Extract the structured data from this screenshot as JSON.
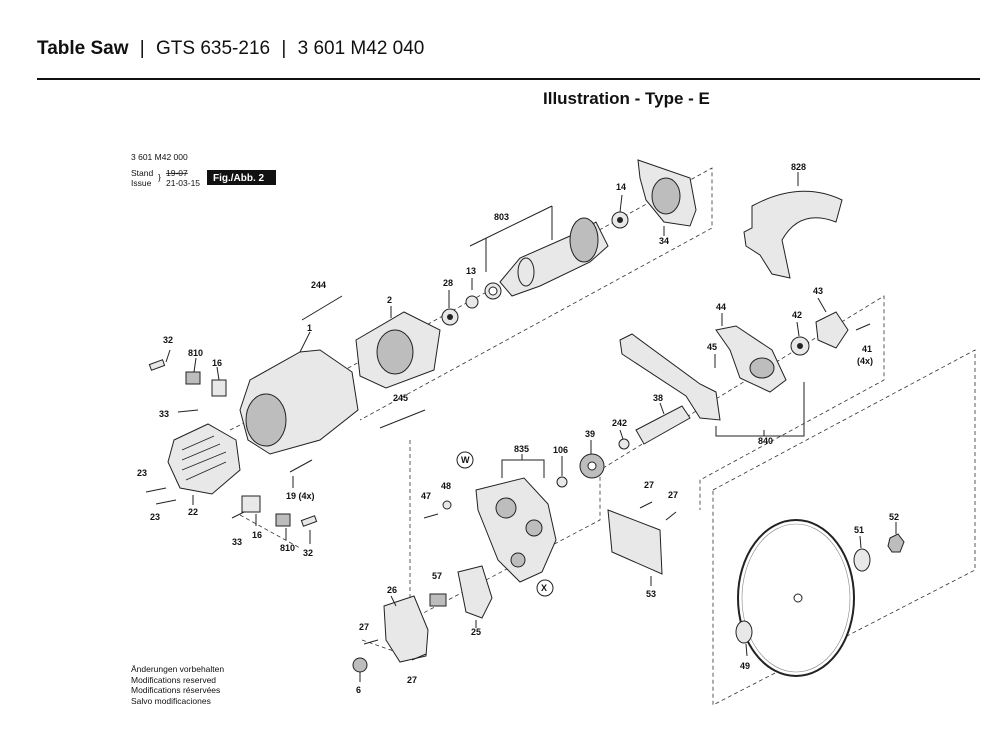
{
  "header": {
    "product": "Table Saw",
    "separator": "|",
    "model": "GTS 635-216",
    "number": "3 601 M42 040"
  },
  "subtitle": "Illustration - Type - E",
  "doc_info": {
    "doc_number": "3 601 M42 000",
    "stand_label": "Stand",
    "issue_label": "Issue",
    "stand_date": "19-07",
    "issue_date": "21-03-15",
    "fig_label": "Fig./Abb. 2"
  },
  "notes": [
    "Änderungen vorbehalten",
    "Modifications reserved",
    "Modifications réservées",
    "Salvo modificaciones"
  ],
  "callouts": {
    "c828": "828",
    "c14": "14",
    "c803": "803",
    "c34": "34",
    "c13": "13",
    "c28": "28",
    "c244": "244",
    "c2": "2",
    "c1": "1",
    "c32a": "32",
    "c810a": "810",
    "c16a": "16",
    "c33a": "33",
    "c245": "245",
    "c44": "44",
    "c43": "43",
    "c42": "42",
    "c45": "45",
    "c41": "41",
    "c41x": "(4x)",
    "c38": "38",
    "c242": "242",
    "c39": "39",
    "c840": "840",
    "c835": "835",
    "c106": "106",
    "cW": "W",
    "c47": "47",
    "c48": "48",
    "c23a": "23",
    "c23b": "23",
    "c22": "22",
    "c19": "19 (4x)",
    "c33b": "33",
    "c16b": "16",
    "c810b": "810",
    "c32b": "32",
    "c27a": "27",
    "c27b": "27",
    "cX": "X",
    "c53": "53",
    "c26": "26",
    "c57": "57",
    "c27c": "27",
    "c25": "25",
    "c27d": "27",
    "c6": "6",
    "c51": "51",
    "c52": "52",
    "c49": "49"
  }
}
